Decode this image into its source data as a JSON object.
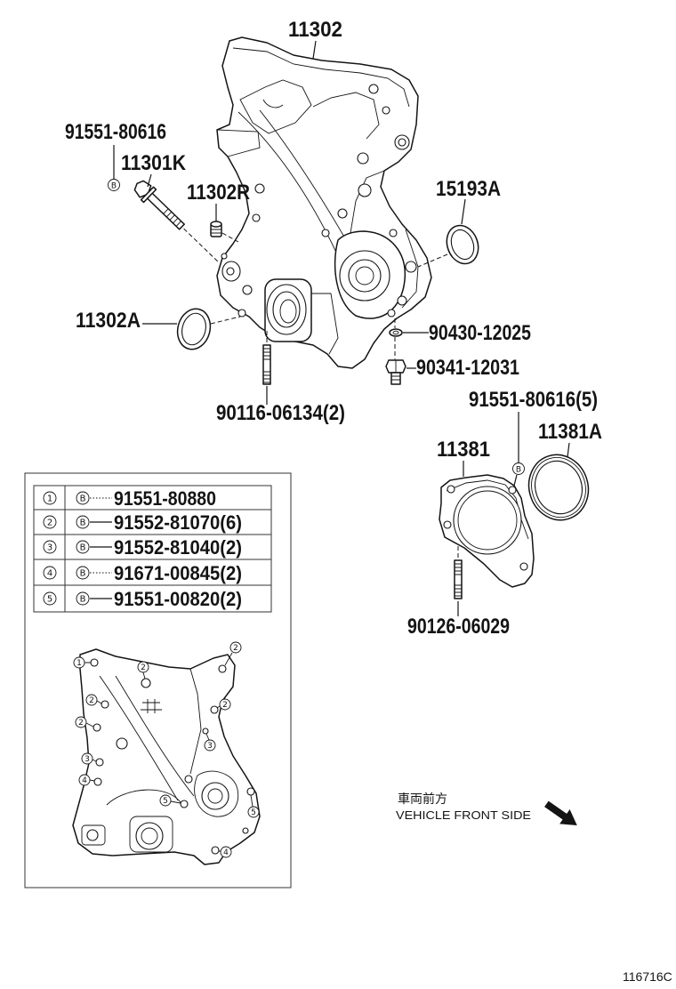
{
  "callouts": {
    "cover": "11302",
    "bolt_ref": "91551-80616",
    "bolt_assy": "11301K",
    "pin": "11302R",
    "gasket_right": "15193A",
    "gasket_left": "11302A",
    "washer": "90430-12025",
    "plug": "90341-12031",
    "stud": "90116-06134(2)",
    "retainer_bolt": "91551-80616(5)",
    "retainer": "11381",
    "oil_seal": "11381A",
    "retainer_stud": "90126-06029"
  },
  "bolt_symbol": "B",
  "bolt_table": [
    {
      "index": "1",
      "part": "91551-80880"
    },
    {
      "index": "2",
      "part": "91552-81070(6)"
    },
    {
      "index": "3",
      "part": "91552-81040(2)"
    },
    {
      "index": "4",
      "part": "91671-00845(2)"
    },
    {
      "index": "5",
      "part": "91551-00820(2)"
    }
  ],
  "inset_callouts": [
    "1",
    "2",
    "2",
    "2",
    "2",
    "2",
    "3",
    "3",
    "4",
    "5",
    "5",
    "4"
  ],
  "direction": {
    "jp": "車両前方",
    "en": "VEHICLE FRONT SIDE"
  },
  "illustration_code": "116716C"
}
